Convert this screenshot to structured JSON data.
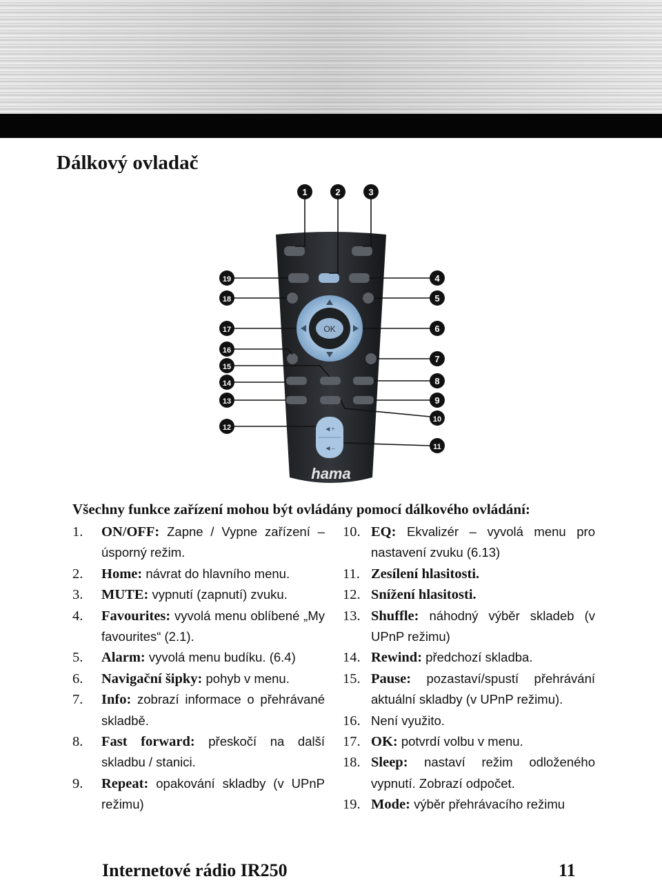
{
  "section_title": "Dálkový ovladač",
  "figure": {
    "brand_logo": "hama",
    "ok_label": "OK",
    "callouts": [
      "1",
      "2",
      "3",
      "4",
      "5",
      "6",
      "7",
      "8",
      "9",
      "10",
      "11",
      "12",
      "13",
      "14",
      "15",
      "16",
      "17",
      "18",
      "19"
    ]
  },
  "intro": "Všechny funkce zařízení mohou být ovládány pomocí dálkového ovládání:",
  "left_items": [
    {
      "num": "1.",
      "term": "ON/OFF:",
      "desc": "Zapne / Vypne zařízení – úsporný režim."
    },
    {
      "num": "2.",
      "term": "Home:",
      "desc": "návrat do hlavního menu."
    },
    {
      "num": "3.",
      "term": "MUTE:",
      "desc": "vypnutí (zapnutí) zvuku."
    },
    {
      "num": "4.",
      "term": "Favourites:",
      "desc": "vyvolá menu oblíbené „My favourites“ (2.1)."
    },
    {
      "num": "5.",
      "term": "Alarm:",
      "desc": "vyvolá menu budíku. (6.4)"
    },
    {
      "num": "6.",
      "term": "Navigační šipky:",
      "desc": "pohyb v menu."
    },
    {
      "num": "7.",
      "term": "Info:",
      "desc": "zobrazí informace o přehrávané skladbě."
    },
    {
      "num": "8.",
      "term": "Fast forward:",
      "desc": "přeskočí na další skladbu / stanici."
    },
    {
      "num": "9.",
      "term": "Repeat:",
      "desc": "opakování skladby (v UPnP režimu)"
    }
  ],
  "right_items": [
    {
      "num": "10.",
      "term": "EQ:",
      "desc": "Ekvalizér – vyvolá menu pro nastavení zvuku (6.13)"
    },
    {
      "num": "11.",
      "term": "Zesílení hlasitosti.",
      "desc": ""
    },
    {
      "num": "12.",
      "term": "Snížení hlasitosti.",
      "desc": ""
    },
    {
      "num": "13.",
      "term": "Shuffle:",
      "desc": "náhodný výběr skladeb (v UPnP režimu)"
    },
    {
      "num": "14.",
      "term": "Rewind:",
      "desc": "předchozí skladba."
    },
    {
      "num": "15.",
      "term": "Pause:",
      "desc": "pozastaví/spustí přehrávání aktuální skladby (v UPnP režimu)."
    },
    {
      "num": "16.",
      "term": "",
      "desc": "Není využito."
    },
    {
      "num": "17.",
      "term": "OK:",
      "desc": "potvrdí volbu v menu."
    },
    {
      "num": "18.",
      "term": "Sleep:",
      "desc": "nastaví režim odloženého vypnutí. Zobrazí odpočet."
    },
    {
      "num": "19.",
      "term": "Mode:",
      "desc": "výběr přehrávacího režimu"
    }
  ],
  "footer": {
    "title": "Internetové rádio IR250",
    "page": "11"
  }
}
